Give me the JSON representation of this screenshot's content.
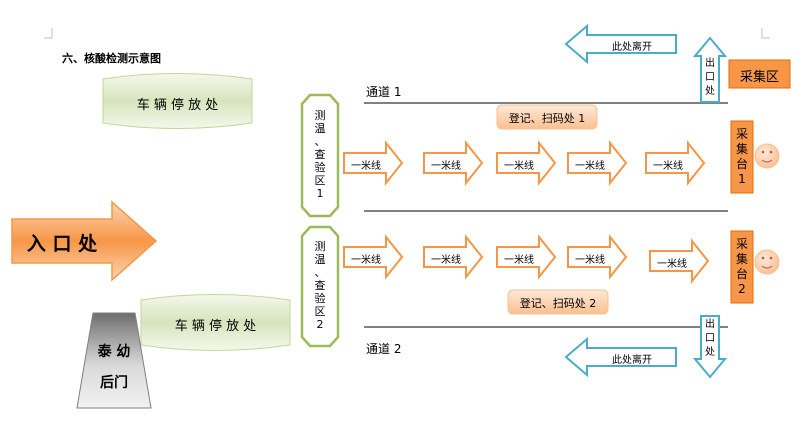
{
  "heading": "六、核酸检测示意图",
  "entrance": "入 口 处",
  "parking_top": "车 辆 停 放 处",
  "parking_bottom": "车 辆 停 放 处",
  "gate": {
    "line1": "泰 幼",
    "line2": "后门"
  },
  "check_top": [
    "测",
    "温",
    "、",
    "查",
    "验",
    "区",
    "1"
  ],
  "check_bottom": [
    "测",
    "温",
    "、",
    "查",
    "验",
    "区",
    "2"
  ],
  "lane1": "通道 1",
  "lane2": "通道 2",
  "register1": "登记、扫码处 1",
  "register2": "登记、扫码处 2",
  "meter_line": "一米线",
  "leave": "此处离开",
  "exit": [
    "出",
    "口",
    "处"
  ],
  "collect_zone": "采集区",
  "station1": [
    "采",
    "集",
    "台",
    "1"
  ],
  "station2": [
    "采",
    "集",
    "台",
    "2"
  ],
  "colors": {
    "orange": "#F79646",
    "orange_light": "#FAC090",
    "green": "#9BBB59",
    "green_fill": "#EAF1DD",
    "blue": "#4BACC6",
    "peach": "#FCD5B4",
    "gray": "#7F7F7F"
  }
}
